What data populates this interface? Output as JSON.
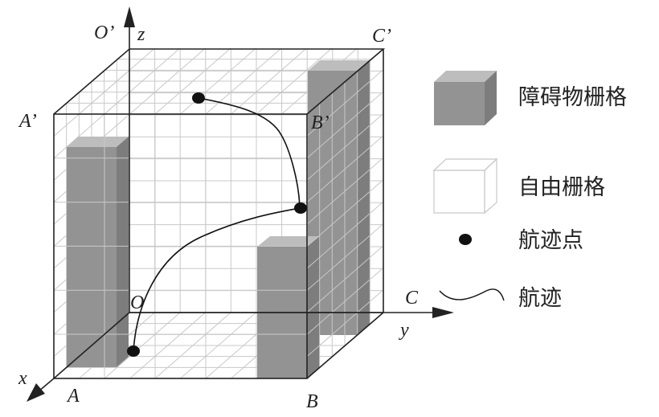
{
  "labels": {
    "O_prime": "O’",
    "z": "z",
    "C_prime": "C’",
    "A_prime": "A’",
    "B_prime": "B’",
    "O": "O",
    "C": "C",
    "y": "y",
    "x": "x",
    "A": "A",
    "B": "B"
  },
  "legend": [
    {
      "label": "障碍物栅格",
      "icon": "obstacle-cube-icon"
    },
    {
      "label": "自由栅格",
      "icon": "free-cube-icon"
    },
    {
      "label": "航迹点",
      "icon": "waypoint-dot-icon"
    },
    {
      "label": "航迹",
      "icon": "trajectory-curve-icon"
    }
  ],
  "colors": {
    "obstacle_front": "#939393",
    "obstacle_top": "#bdbdbd",
    "obstacle_side": "#7d7d7d",
    "grid": "#c8c8c8",
    "edge": "#222222"
  }
}
